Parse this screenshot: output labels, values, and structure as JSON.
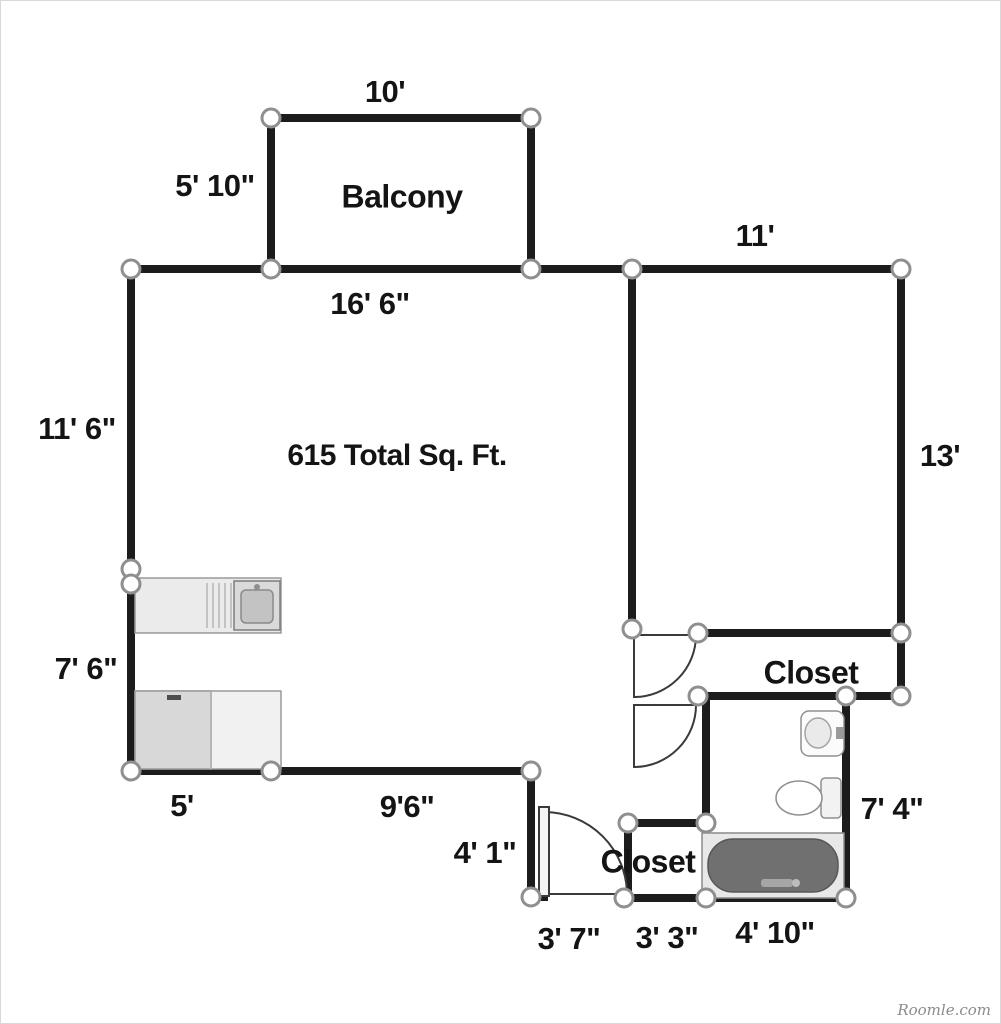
{
  "plan": {
    "total_area": "615 Total Sq. Ft.",
    "watermark": "Roomle.com"
  },
  "rooms": {
    "balcony": "Balcony",
    "closet_right": "Closet",
    "closet_bottom": "Closet"
  },
  "dimensions": {
    "balcony_width": "10'",
    "balcony_depth": "5' 10\"",
    "living_top": "16' 6\"",
    "bedroom_top": "11'",
    "living_left_upper": "11' 6\"",
    "bedroom_right": "13'",
    "living_left_lower": "7' 6\"",
    "bottom_left": "5'",
    "living_bottom": "9'6\"",
    "entry_side": "4' 1\"",
    "bathroom_right": "7' 4\"",
    "entry_door": "3' 7\"",
    "closet_bottom_width": "3' 3\"",
    "bathroom_bottom": "4' 10\""
  }
}
